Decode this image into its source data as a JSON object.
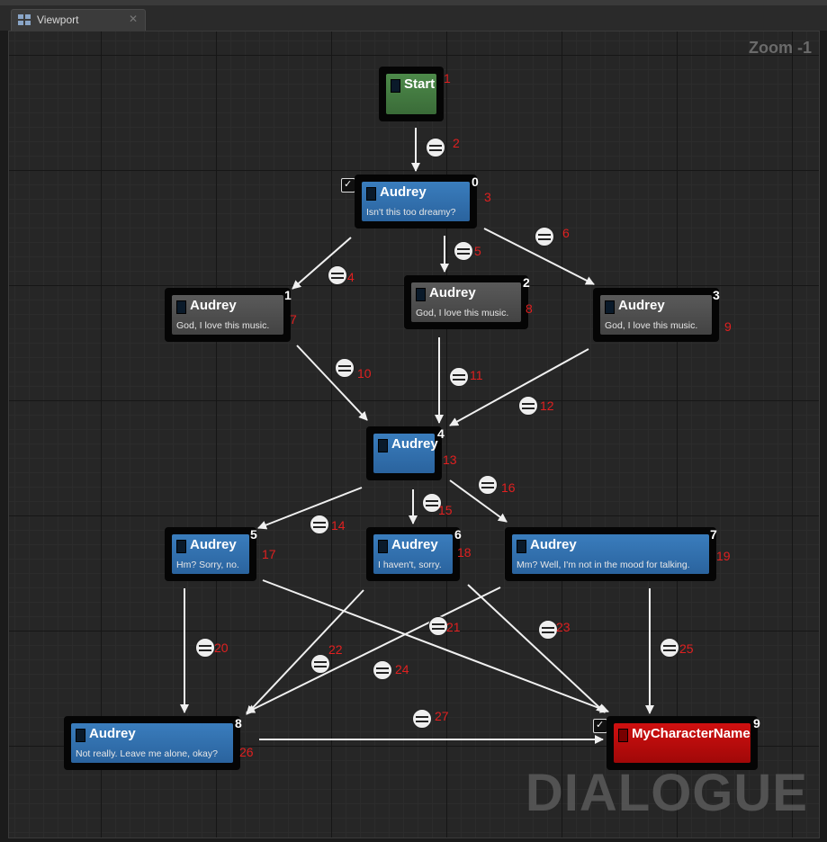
{
  "tab": {
    "label": "Viewport",
    "close": "✕",
    "icon": "blueprint-icon"
  },
  "viewport": {
    "zoom": "Zoom -1",
    "watermark": "DIALOGUE"
  },
  "nodes": {
    "start": {
      "title": "Start"
    },
    "n0": {
      "title": "Audrey",
      "text": "Isn't this too dreamy?",
      "index": "0"
    },
    "n1": {
      "title": "Audrey",
      "text": "God, I love this music.",
      "index": "1"
    },
    "n2": {
      "title": "Audrey",
      "text": "God, I love this music.",
      "index": "2"
    },
    "n3": {
      "title": "Audrey",
      "text": "God, I love this music.",
      "index": "3"
    },
    "n4": {
      "title": "Audrey",
      "index": "4"
    },
    "n5": {
      "title": "Audrey",
      "text": "Hm? Sorry, no.",
      "index": "5"
    },
    "n6": {
      "title": "Audrey",
      "text": "I haven't, sorry.",
      "index": "6"
    },
    "n7": {
      "title": "Audrey",
      "text": "Mm? Well, I'm not in the mood for talking.",
      "index": "7"
    },
    "n8": {
      "title": "Audrey",
      "text": "Not really. Leave me alone, okay?",
      "index": "8"
    },
    "n9": {
      "title": "MyCharacterName",
      "index": "9"
    }
  },
  "annotations": [
    "1",
    "2",
    "3",
    "4",
    "5",
    "6",
    "7",
    "8",
    "9",
    "10",
    "11",
    "12",
    "13",
    "14",
    "15",
    "16",
    "17",
    "18",
    "19",
    "20",
    "21",
    "22",
    "23",
    "24",
    "25",
    "26",
    "27"
  ],
  "colors": {
    "speech_node": "#2f6fae",
    "option_node": "#4a4a4a",
    "start_node": "#3f7a3d",
    "end_node": "#c00000",
    "annotation": "#e02020"
  }
}
